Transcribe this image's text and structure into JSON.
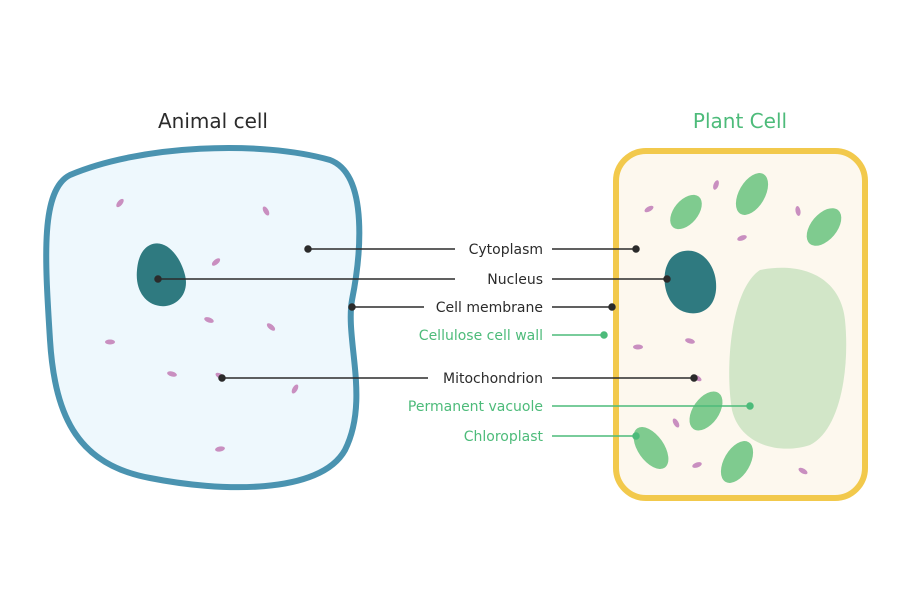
{
  "titles": {
    "animal": "Animal cell",
    "plant": "Plant Cell"
  },
  "labels": [
    {
      "text": "Cytoplasm",
      "group": "shared"
    },
    {
      "text": "Nucleus",
      "group": "shared"
    },
    {
      "text": "Cell membrane",
      "group": "shared"
    },
    {
      "text": "Cellulose cell wall",
      "group": "plant"
    },
    {
      "text": "Mitochondrion",
      "group": "shared"
    },
    {
      "text": "Permanent vacuole",
      "group": "plant"
    },
    {
      "text": "Chloroplast",
      "group": "plant"
    }
  ],
  "colors": {
    "dark_text": "#2b2b2b",
    "plant_text": "#4dbb7a",
    "animal_membrane": "#4a93b0",
    "animal_fill": "#eef8fd",
    "nucleus": "#2f7a80",
    "plant_wall": "#f2c94c",
    "plant_fill": "#fdf8ee",
    "chloroplast": "#7fcb8f",
    "vacuole": "#d2e6c8",
    "mitochondrion": "#c98fc0"
  }
}
